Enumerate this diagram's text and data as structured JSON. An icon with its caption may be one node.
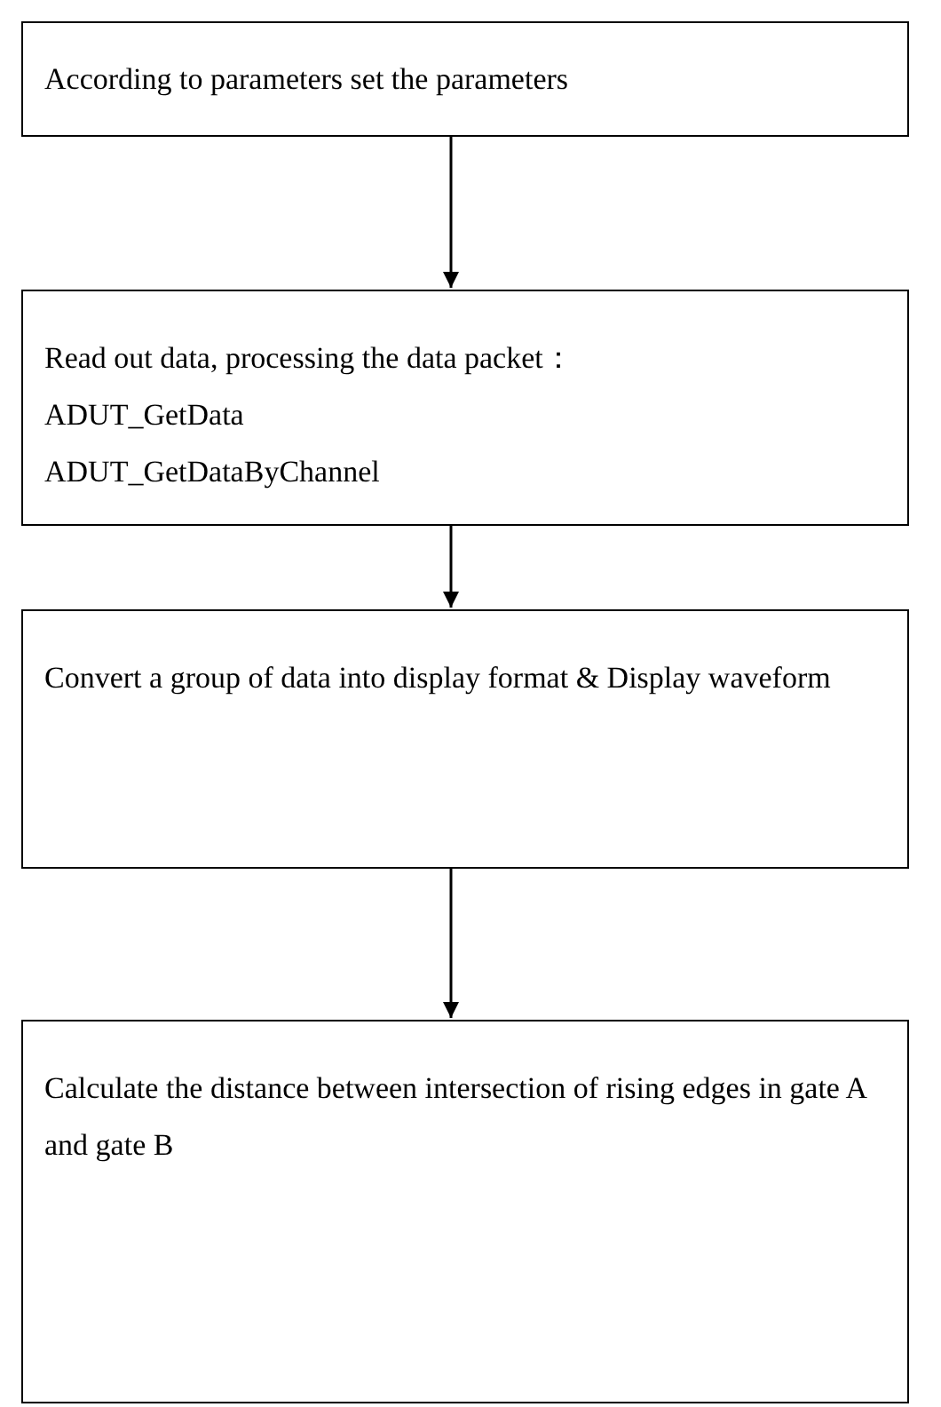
{
  "diagram": {
    "nodes": [
      {
        "text": [
          "According to parameters set the parameters"
        ]
      },
      {
        "text": [
          "Read out data, processing the data packet：",
          "ADUT_GetData",
          "ADUT_GetDataByChannel"
        ]
      },
      {
        "text": [
          "Convert a group of data into display format & Display waveform"
        ]
      },
      {
        "text": [
          "Calculate the distance between intersection of rising edges in gate A and gate B"
        ]
      }
    ],
    "edges": [
      {
        "from": 0,
        "to": 1,
        "arrow": "to"
      },
      {
        "from": 1,
        "to": 2,
        "arrow": "to"
      },
      {
        "from": 2,
        "to": 3,
        "arrow": "to"
      }
    ]
  }
}
